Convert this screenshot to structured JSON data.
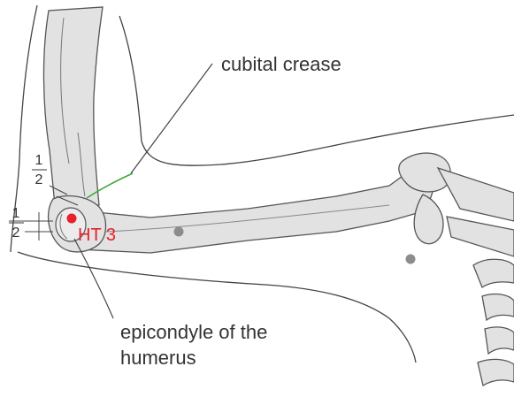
{
  "diagram": {
    "labels": {
      "cubital_crease": "cubital crease",
      "point_name": "HT 3",
      "epicondyle_line1": "epicondyle of the",
      "epicondyle_line2": "humerus"
    },
    "fractions": {
      "upper": {
        "numerator": "1",
        "denominator": "2"
      },
      "lower": {
        "numerator": "1",
        "denominator": "2"
      }
    },
    "colors": {
      "bone_fill": "#e2e2e2",
      "outline": "#555555",
      "acupoint_red": "#e8202a",
      "crease_green": "#3aaa35",
      "marker_gray": "#8c8c8c"
    }
  }
}
